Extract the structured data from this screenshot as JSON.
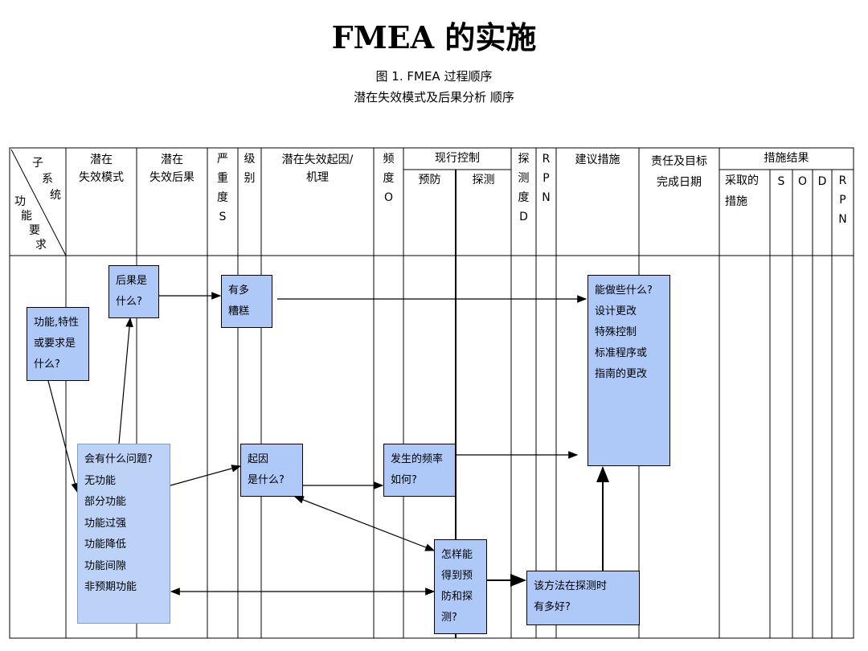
{
  "title": "FMEA 的实施",
  "figure_caption": "图 1. FMEA 过程顺序",
  "figure_subcaption": "潜在失效模式及后果分析      顺序",
  "table": {
    "corner": {
      "sub": "子",
      "sys": "系",
      "sys2": "统",
      "func": "功",
      "func2": "能",
      "req": "要",
      "req2": "求"
    },
    "headers": {
      "failure_mode": "潜在\n失效模式",
      "effect": "潜在\n失效后果",
      "severity": "严\n重\n度\nS",
      "class": "级\n别",
      "cause": "潜在失效起因/\n机理",
      "occurrence": "频\n度\nO",
      "current_control": "现行控制",
      "prevention": "预防",
      "detection_ctrl": "探测",
      "detection": "探\n测\n度\nD",
      "rpn": "R\nP\nN",
      "recommended": "建议措施",
      "responsibility": "责任及目标\n完成日期",
      "results": "措施结果",
      "action_taken": "采取的\n措施",
      "s": "S",
      "o": "O",
      "d": "D",
      "rpn2": "R\nP\nN"
    }
  },
  "boxes": {
    "function": "功能,特性\n或要求是\n什么?",
    "effect": "后果是\n什么?",
    "severity": "有多\n糟糕",
    "actions": "能做些什么?\n 设计更改\n 特殊控制\n 标准程序或\n 指南的更改",
    "failure": "会有什么问题?\n无功能\n部分功能\n功能过强\n功能降低\n功能间隙\n非预期功能",
    "cause": "起因\n是什么?",
    "occurrence": "发生的频率\n如何?",
    "prevent": "怎样能\n得到预\n防和探\n测?",
    "detect": "该方法在探测时\n有多好?"
  }
}
